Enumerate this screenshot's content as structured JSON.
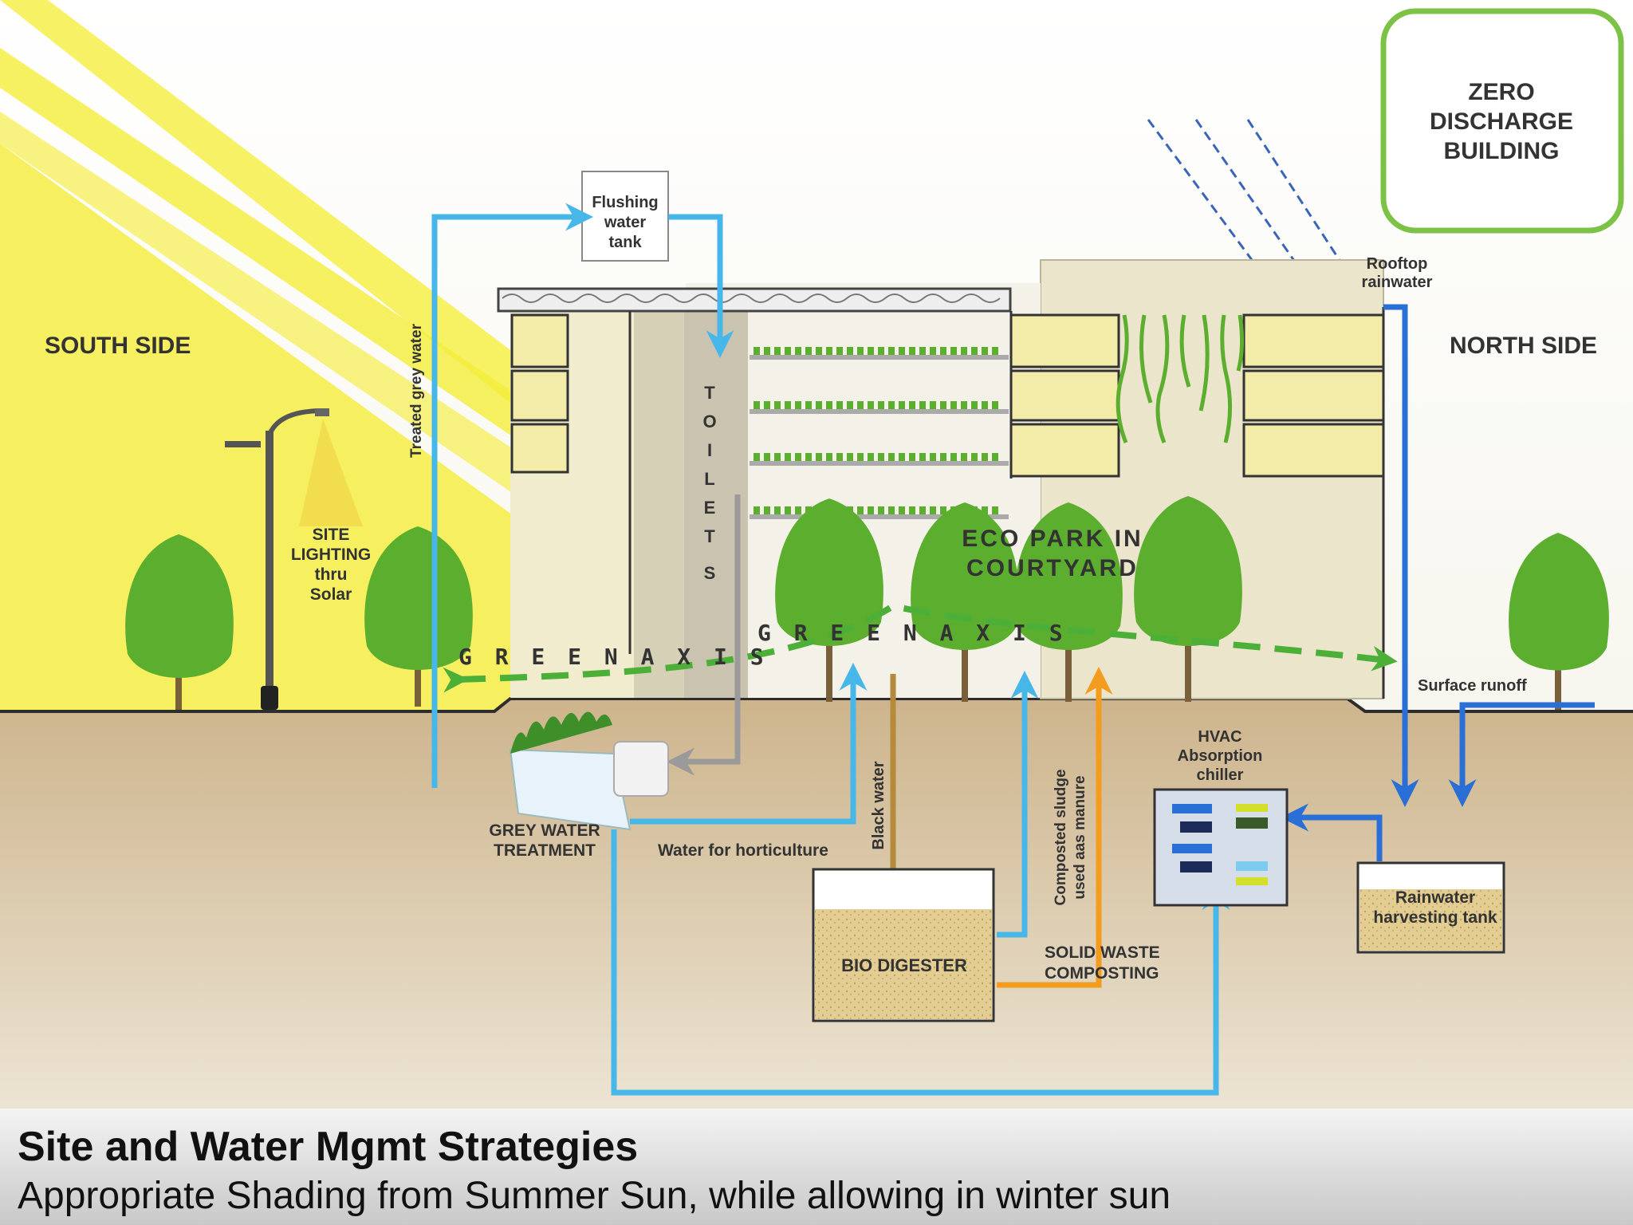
{
  "badge": {
    "line1": "ZERO",
    "line2": "DISCHARGE",
    "line3": "BUILDING"
  },
  "sides": {
    "south": "SOUTH SIDE",
    "north": "NORTH SIDE"
  },
  "site_lighting": {
    "line1": "SITE",
    "line2": "LIGHTING",
    "line3": "thru",
    "line4": "Solar"
  },
  "flushing_tank": {
    "line1": "Flushing",
    "line2": "water",
    "line3": "tank"
  },
  "treated_grey_water": "Treated grey water",
  "toilets": [
    "T",
    "O",
    "I",
    "L",
    "E",
    "T",
    "S"
  ],
  "eco_park": {
    "line1": "ECO PARK IN",
    "line2": "COURTYARD"
  },
  "green_axis": {
    "left": "G R E E N   A X I S",
    "right": "G R E E N   A X I S"
  },
  "rooftop": {
    "line1": "Rooftop",
    "line2": "rainwater"
  },
  "surface_runoff": "Surface runoff",
  "grey_water_treatment": {
    "line1": "GREY WATER",
    "line2": "TREATMENT"
  },
  "water_horticulture": "Water for horticulture",
  "black_water": "Black water",
  "bio_digester": "BIO DIGESTER",
  "composted": {
    "line1": "Composted sludge",
    "line2": "used aas manure"
  },
  "solid_waste": {
    "line1": "SOLID WASTE",
    "line2": "COMPOSTING"
  },
  "hvac": {
    "line1": "HVAC",
    "line2": "Absorption",
    "line3": "chiller"
  },
  "rain_tank": {
    "line1": "Rainwater",
    "line2": "harvesting tank"
  },
  "caption": {
    "title": "Site and Water Mgmt Strategies",
    "subtitle": "Appropriate Shading from Summer Sun, while allowing in winter  sun"
  },
  "colors": {
    "sun": "#f5ef3a",
    "ground": "#cdb892",
    "tree": "#5cae2f",
    "water": "#47b7ea",
    "rain": "#2a6fd6",
    "black_water": "#b58a3a",
    "compost": "#f39c1e",
    "badge": "#7cc246"
  }
}
